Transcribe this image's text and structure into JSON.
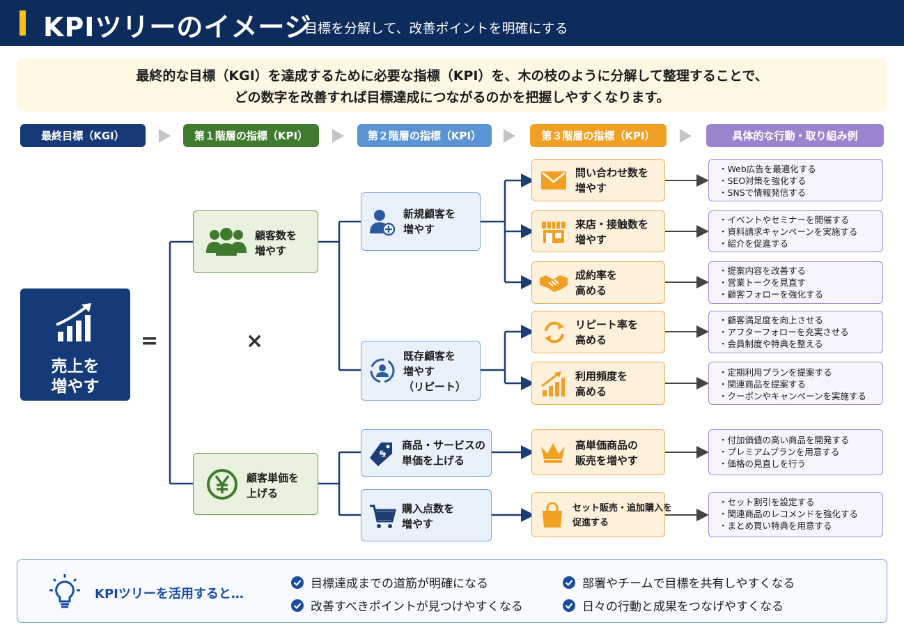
{
  "header": {
    "title": "KPIツリーのイメージ",
    "subtitle": "目標を分解して、改善ポイントを明確にする"
  },
  "intro": {
    "line1": "最終的な目標（KGI）を達成するために必要な指標（KPI）を、木の枝のように分解して整理することで、",
    "line2": "どの数字を改善すれば目標達成につながるのかを把握しやすくなります。"
  },
  "levels": [
    {
      "label": "最終目標（KGI）",
      "color": "#163a78"
    },
    {
      "label": "第１階層の指標（KPI）",
      "color": "#3f7a2e"
    },
    {
      "label": "第２階層の指標（KPI）",
      "color": "#5b94d5"
    },
    {
      "label": "第３階層の指標（KPI）",
      "color": "#f0a022"
    },
    {
      "label": "具体的な行動・取り組み例",
      "color": "#9a84cd"
    }
  ],
  "kgi": {
    "line1": "売上を",
    "line2": "増やす",
    "icon": "growth-chart-icon"
  },
  "operators": {
    "equals": "=",
    "times": "×"
  },
  "level1": [
    {
      "line1": "顧客数を",
      "line2": "増やす",
      "icon": "people-icon"
    },
    {
      "line1": "顧客単価を",
      "line2": "上げる",
      "icon": "yen-coin-icon"
    }
  ],
  "level2": [
    {
      "line1": "新規顧客を",
      "line2": "増やす",
      "line3": "",
      "icon": "user-plus-icon"
    },
    {
      "line1": "既存顧客を",
      "line2": "増やす",
      "line3": "（リピート）",
      "icon": "user-cycle-icon"
    },
    {
      "line1": "商品・サービスの",
      "line2": "単価を上げる",
      "line3": "",
      "icon": "price-tag-icon"
    },
    {
      "line1": "購入点数を",
      "line2": "増やす",
      "line3": "",
      "icon": "cart-icon"
    }
  ],
  "level3": [
    {
      "line1": "問い合わせ数を",
      "line2": "増やす",
      "icon": "mail-icon"
    },
    {
      "line1": "来店・接触数を",
      "line2": "増やす",
      "icon": "store-icon"
    },
    {
      "line1": "成約率を",
      "line2": "高める",
      "icon": "handshake-icon"
    },
    {
      "line1": "リピート率を",
      "line2": "高める",
      "icon": "repeat-icon"
    },
    {
      "line1": "利用頻度を",
      "line2": "高める",
      "icon": "bar-chart-icon"
    },
    {
      "line1": "高単価商品の",
      "line2": "販売を増やす",
      "icon": "crown-icon"
    },
    {
      "line1": "セット販売・追加購入を",
      "line2": "促進する",
      "icon": "shopping-bag-icon"
    }
  ],
  "actions": [
    [
      "・Web広告を最適化する",
      "・SEO対策を強化する",
      "・SNSで情報発信する"
    ],
    [
      "・イベントやセミナーを開催する",
      "・資料請求キャンペーンを実施する",
      "・紹介を促進する"
    ],
    [
      "・提案内容を改善する",
      "・営業トークを見直す",
      "・顧客フォローを強化する"
    ],
    [
      "・顧客満足度を向上させる",
      "・アフターフォローを充実させる",
      "・会員制度や特典を整える"
    ],
    [
      "・定期利用プランを提案する",
      "・関連商品を提案する",
      "・クーポンやキャンペーンを実施する"
    ],
    [
      "・付加価値の高い商品を開発する",
      "・プレミアムプランを用意する",
      "・価格の見直しを行う"
    ],
    [
      "・セット割引を設定する",
      "・関連商品のレコメンドを強化する",
      "・まとめ買い特典を用意する"
    ]
  ],
  "benefits": {
    "label": "KPIツリーを活用すると…",
    "icon": "lightbulb-icon",
    "items": [
      "目標達成までの道筋が明確になる",
      "部署やチームで目標を共有しやすくなる",
      "改善すべきポイントが見つけやすくなる",
      "日々の行動と成果をつなげやすくなる"
    ]
  },
  "colors": {
    "navy": "#0d2b5b",
    "accent_yellow": "#f6c21c",
    "green": "#3f7a2e",
    "blue": "#5b94d5",
    "orange": "#f0a022",
    "purple": "#9a84cd",
    "line": "#1e3d72"
  }
}
